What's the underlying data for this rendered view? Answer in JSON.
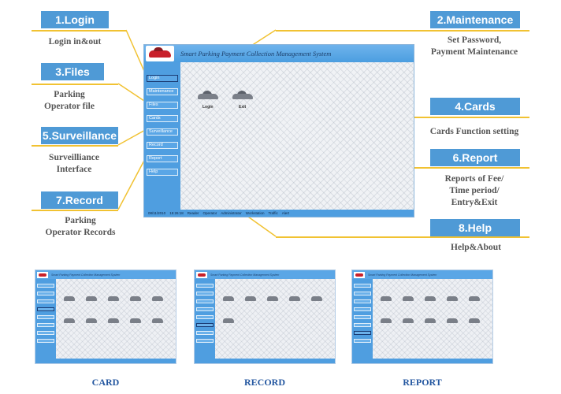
{
  "callouts": [
    {
      "id": "login",
      "label": "1.Login",
      "desc": "Login in&out"
    },
    {
      "id": "maintenance",
      "label": "2.Maintenance",
      "desc_line1": "Set Password,",
      "desc_line2": "Payment Maintenance"
    },
    {
      "id": "files",
      "label": "3.Files",
      "desc_line1": "Parking",
      "desc_line2": "Operator file"
    },
    {
      "id": "cards",
      "label": "4.Cards",
      "desc": "Cards Function setting"
    },
    {
      "id": "surveillance",
      "label": "5.Surveillance",
      "desc_line1": "Surveilliance",
      "desc_line2": "Interface"
    },
    {
      "id": "report",
      "label": "6.Report",
      "desc_line1": "Reports of Fee/",
      "desc_line2": "Time period/",
      "desc_line3": "Entry&Exit"
    },
    {
      "id": "record",
      "label": "7.Record",
      "desc_line1": "Parking",
      "desc_line2": "Operator Records"
    },
    {
      "id": "help",
      "label": "8.Help",
      "desc": "Help&About"
    }
  ],
  "app": {
    "title": "Smart Parking Payment Collection Management System",
    "menu": [
      "Login",
      "Maintenance",
      "Files",
      "Cards",
      "Surveillance",
      "Record",
      "Report",
      "Help"
    ],
    "content_items": [
      {
        "label": "Login",
        "icon": "car-icon"
      },
      {
        "label": "Exit",
        "icon": "car-icon"
      }
    ],
    "status": [
      "08/11/2010",
      "15:26:18",
      "Reader",
      "Operator",
      "Administrator",
      "Workstation",
      "Traffic",
      "Alert"
    ]
  },
  "thumbnails": [
    {
      "caption": "CARD"
    },
    {
      "caption": "RECORD"
    },
    {
      "caption": "REPORT"
    }
  ],
  "colors": {
    "callout_bg": "#4f9ad6",
    "callout_line": "#f1c232",
    "app_blue": "#4f9ee0",
    "caption_blue": "#2457a0"
  }
}
